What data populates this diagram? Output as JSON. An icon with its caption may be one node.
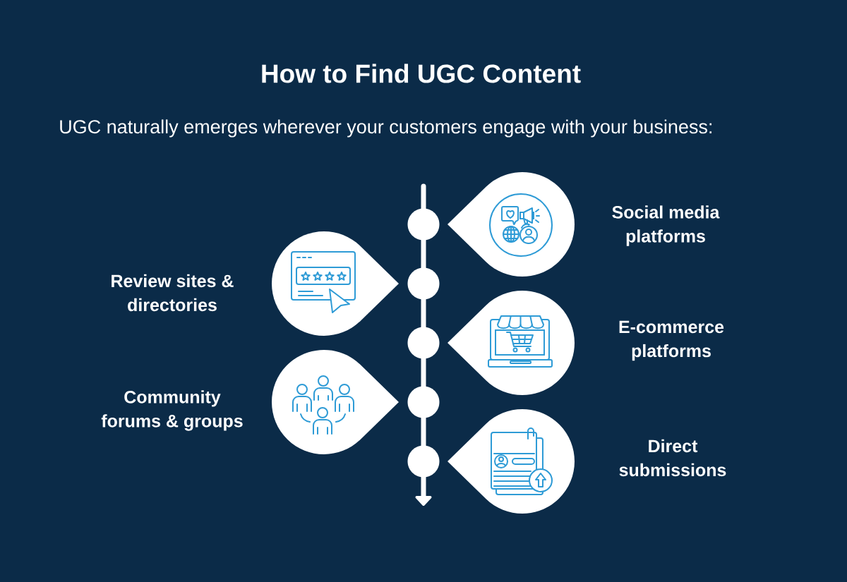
{
  "diagram": {
    "title": "How to Find UGC Content",
    "nodes": [
      {
        "text": [],
        "shape": "picture",
        "beside": [
          "Social media platforms"
        ]
      },
      {
        "text": [],
        "shape": "picture",
        "beside": [
          "Review sites & directories"
        ]
      },
      {
        "text": [],
        "shape": "picture",
        "beside": [
          "E-commerce platforms"
        ]
      },
      {
        "text": [],
        "shape": "picture",
        "beside": [
          "Community forums & groups"
        ]
      },
      {
        "text": [],
        "shape": "picture",
        "beside": [
          "Direct submissions"
        ]
      },
      {
        "text": [],
        "shape": "circle"
      },
      {
        "text": [],
        "shape": "circle"
      },
      {
        "text": [],
        "shape": "circle"
      },
      {
        "text": [],
        "shape": "circle"
      },
      {
        "text": [],
        "shape": "circle"
      }
    ],
    "edges": [
      {
        "from": null,
        "to": 5,
        "arrow": "none"
      },
      {
        "from": 5,
        "to": 6,
        "arrow": "none"
      },
      {
        "from": 6,
        "to": 7,
        "arrow": "none"
      },
      {
        "from": 7,
        "to": 8,
        "arrow": "none"
      },
      {
        "from": 8,
        "to": 9,
        "arrow": "none"
      },
      {
        "from": 9,
        "to": null,
        "arrow": "to"
      }
    ],
    "labels": [
      "UGC naturally emerges wherever your customers engage with your business:"
    ]
  }
}
